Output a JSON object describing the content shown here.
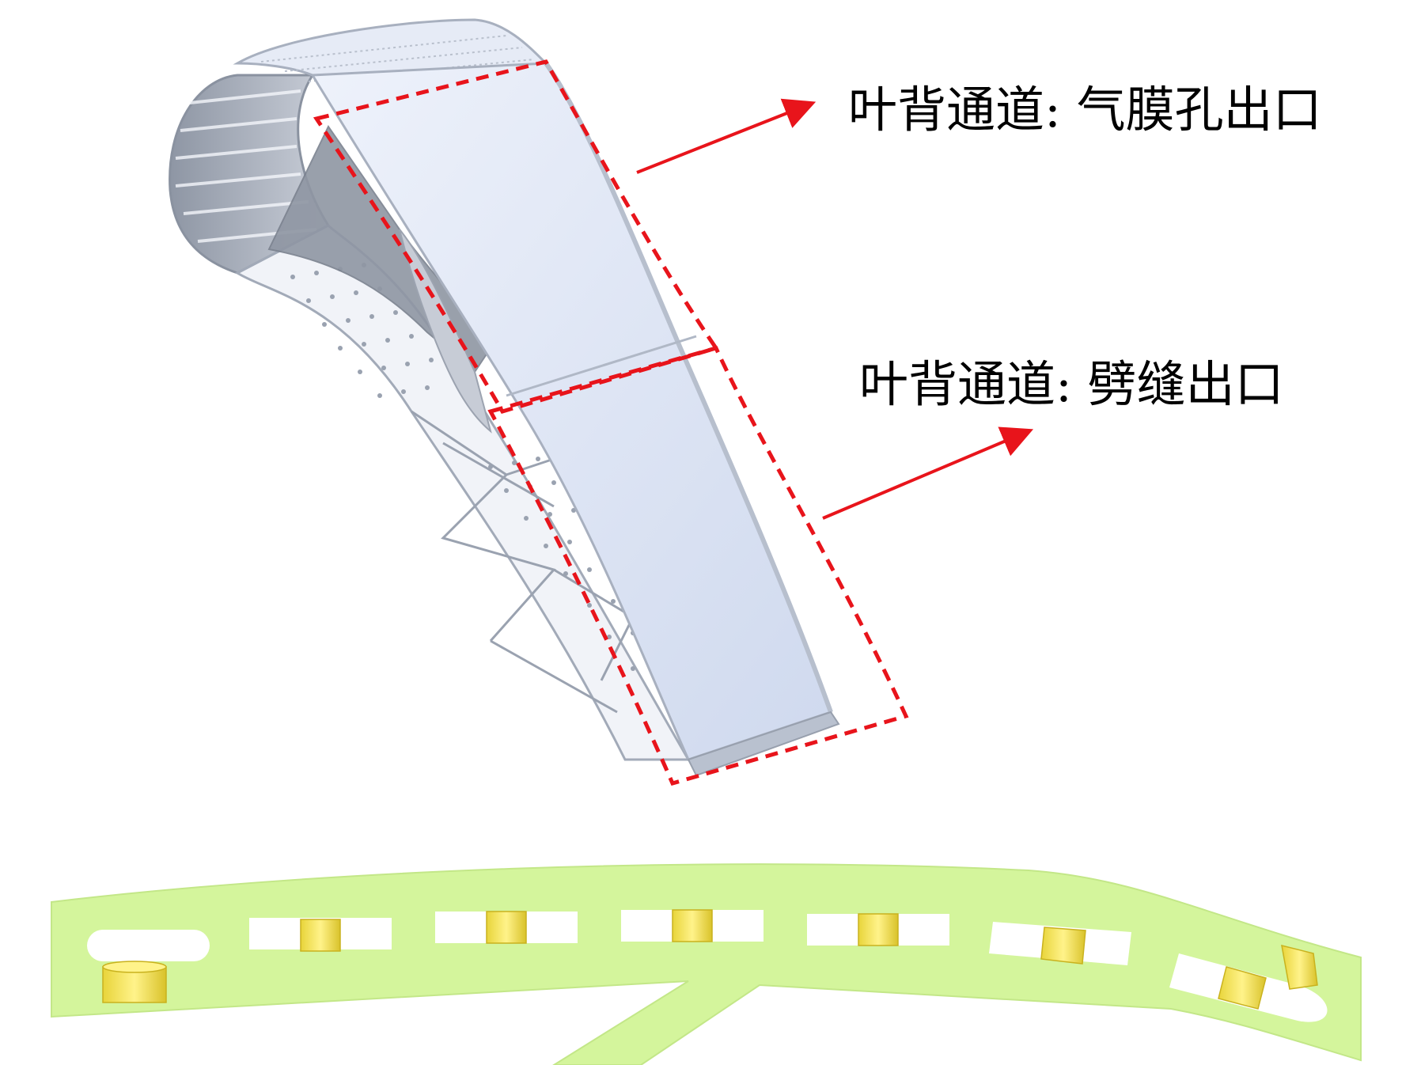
{
  "annotations": [
    {
      "id": "suction-film-hole-outlet",
      "text": "叶背通道: 气膜孔出口"
    },
    {
      "id": "suction-slot-outlet",
      "text": "叶背通道: 劈缝出口"
    }
  ],
  "colors": {
    "highlight_box": "#e8141b",
    "arrow": "#e8141b",
    "blade_surface": "#d9e2f3",
    "blade_shadow": "#9aa3b2",
    "section_fill": "#d4f59c",
    "section_edge": "#b8e57a",
    "pin_fin": "#f0e04a"
  },
  "icons": {
    "arrow": "right-arrow-icon"
  }
}
